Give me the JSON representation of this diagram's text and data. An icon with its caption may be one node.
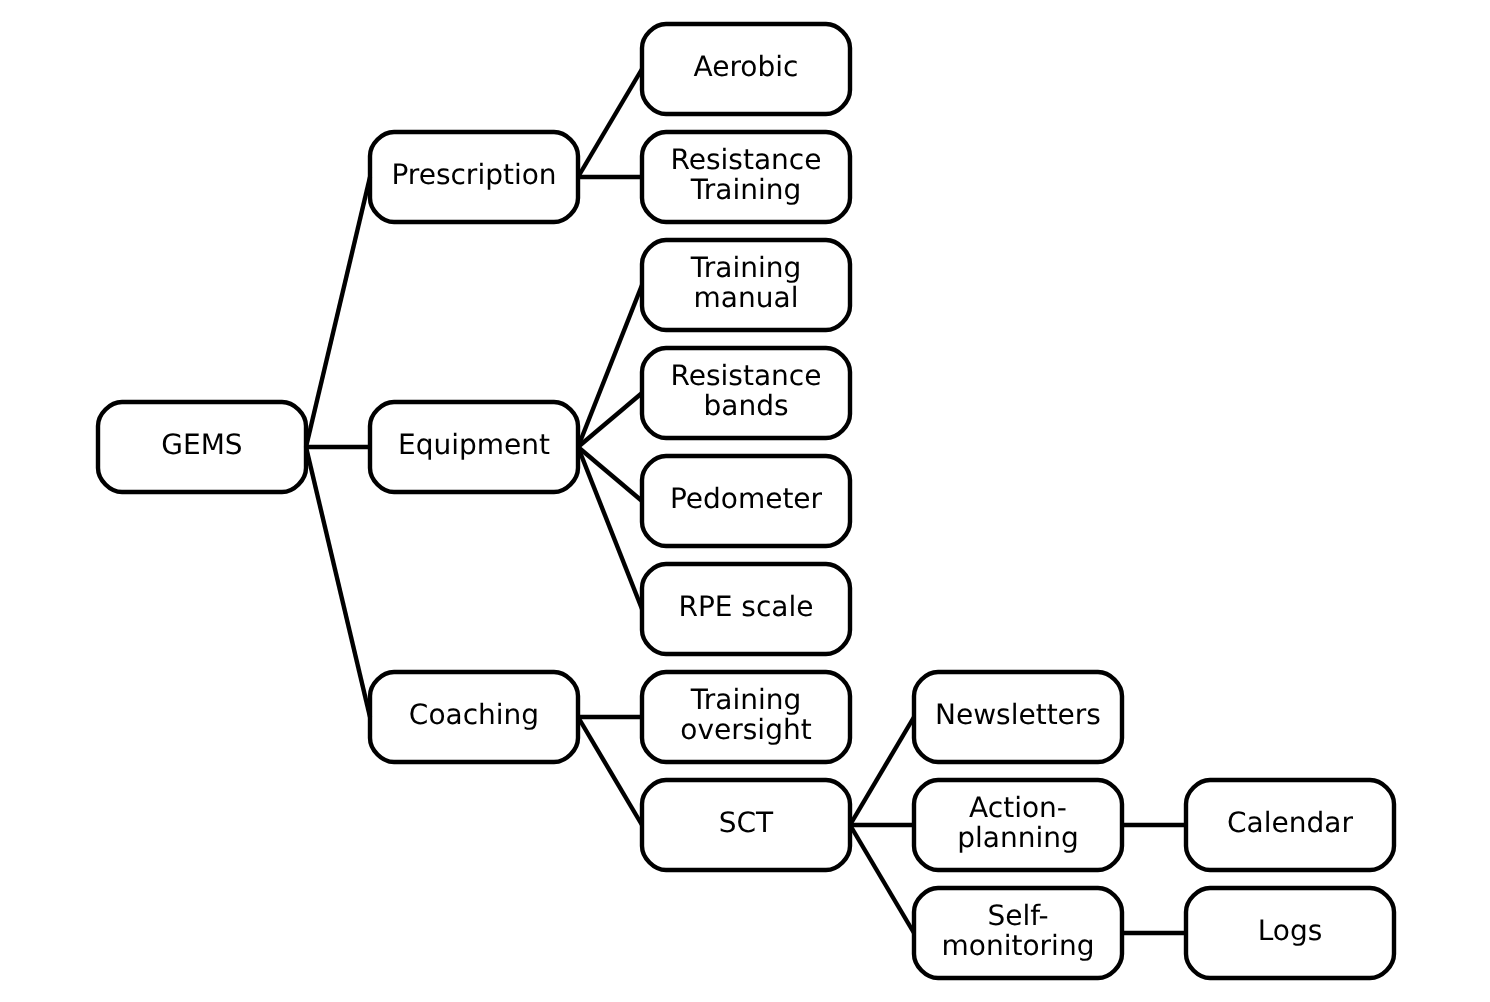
{
  "diagram": {
    "nodes": [
      {
        "text": [
          "GEMS"
        ]
      },
      {
        "text": [
          "Prescription"
        ]
      },
      {
        "text": [
          "Aerobic"
        ]
      },
      {
        "text": [
          "Resistance Training"
        ]
      },
      {
        "text": [
          "Equipment"
        ]
      },
      {
        "text": [
          "Training manual"
        ]
      },
      {
        "text": [
          "Resistance bands"
        ]
      },
      {
        "text": [
          "Pedometer"
        ]
      },
      {
        "text": [
          "RPE scale"
        ]
      },
      {
        "text": [
          "Coaching"
        ]
      },
      {
        "text": [
          "Training oversight"
        ]
      },
      {
        "text": [
          "SCT"
        ]
      },
      {
        "text": [
          "Newsletters"
        ]
      },
      {
        "text": [
          "Action-planning"
        ]
      },
      {
        "text": [
          "Calendar"
        ]
      },
      {
        "text": [
          "Self-monitoring"
        ]
      },
      {
        "text": [
          "Logs"
        ]
      }
    ],
    "edges": [
      {
        "from": 0,
        "to": 1,
        "arrow": "none"
      },
      {
        "from": 0,
        "to": 4,
        "arrow": "none"
      },
      {
        "from": 0,
        "to": 9,
        "arrow": "none"
      },
      {
        "from": 1,
        "to": 2,
        "arrow": "none"
      },
      {
        "from": 1,
        "to": 3,
        "arrow": "none"
      },
      {
        "from": 4,
        "to": 5,
        "arrow": "none"
      },
      {
        "from": 4,
        "to": 6,
        "arrow": "none"
      },
      {
        "from": 4,
        "to": 7,
        "arrow": "none"
      },
      {
        "from": 4,
        "to": 8,
        "arrow": "none"
      },
      {
        "from": 9,
        "to": 10,
        "arrow": "none"
      },
      {
        "from": 9,
        "to": 11,
        "arrow": "none"
      },
      {
        "from": 11,
        "to": 12,
        "arrow": "none"
      },
      {
        "from": 11,
        "to": 13,
        "arrow": "none"
      },
      {
        "from": 11,
        "to": 15,
        "arrow": "none"
      },
      {
        "from": 13,
        "to": 14,
        "arrow": "none"
      },
      {
        "from": 15,
        "to": 16,
        "arrow": "none"
      }
    ]
  }
}
